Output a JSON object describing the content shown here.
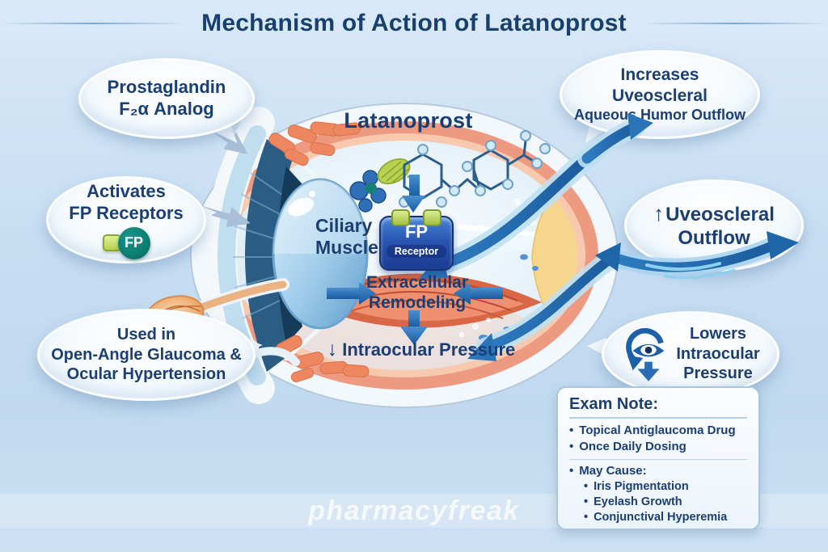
{
  "title": "Mechanism of Action of Latanoprost",
  "watermark": "pharmacyfreak",
  "colors": {
    "background": "#c6ddf2",
    "navy_text": "#1b3e74",
    "arrow_blue": "#2272ba",
    "salmon_uvea": "#ee9a80",
    "muscle_red": "#d96645",
    "teal_fp": "#0d7d72",
    "ligand_green": "#b8d14e",
    "sclera_yellow": "#f6d68c"
  },
  "bubbles": {
    "prostaglandin": {
      "line1": "Prostaglandin",
      "line2": "F₂α Analog"
    },
    "activates": {
      "line1": "Activates",
      "line2": "FP Receptors",
      "fp_badge": "FP"
    },
    "used_in": {
      "line1": "Used in",
      "line2": "Open-Angle Glaucoma &",
      "line3": "Ocular Hypertension"
    },
    "increases": {
      "line1": "Increases",
      "line2": "Uveoscleral",
      "line3": "Aqueous Humor Outflow"
    },
    "uveoscleral": {
      "arrow": "↑",
      "line1": "Uveoscleral",
      "line2": "Outflow"
    },
    "lowers": {
      "line1": "Lowers",
      "line2": "Intraocular",
      "line3": "Pressure"
    }
  },
  "eye_diagram": {
    "drug_label": "Latanoprost",
    "ciliary_line1": "Ciliary",
    "ciliary_line2": "Muscle",
    "receptor_top": "FP",
    "receptor_bottom": "Receptor",
    "remodeling_line1": "Extracellular",
    "remodeling_line2": "Remodeling",
    "iop_arrow": "↓",
    "iop_label": "Intraocular Pressure"
  },
  "exam_note": {
    "header": "Exam Note:",
    "bullet": "•",
    "primary": [
      "Topical Antiglaucoma Drug",
      "Once Daily Dosing"
    ],
    "may_cause_label": "May Cause:",
    "may_cause": [
      "Iris Pigmentation",
      "Eyelash Growth",
      "Conjunctival Hyperemia"
    ]
  }
}
